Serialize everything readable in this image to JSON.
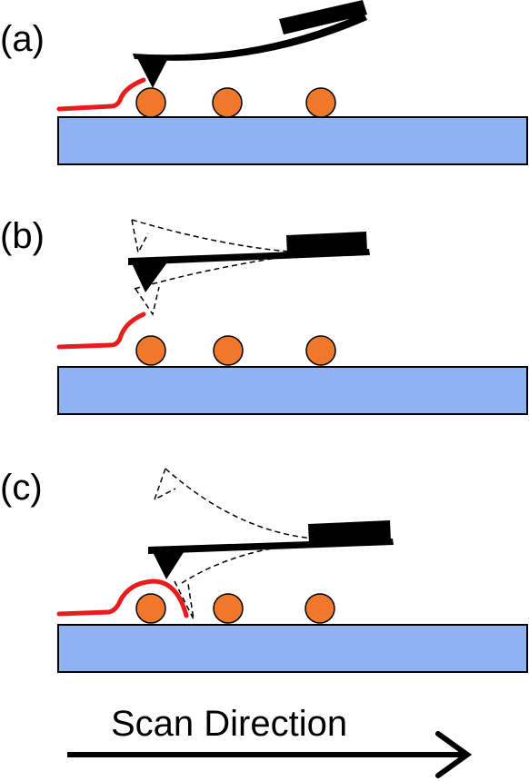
{
  "panels": [
    {
      "label": "(a)"
    },
    {
      "label": "(b)"
    },
    {
      "label": "(c)"
    }
  ],
  "scan_direction": {
    "label": "Scan Direction"
  },
  "colors": {
    "substrate": "#8fb2f5",
    "particle": "#f0782a",
    "molecule": "#e81c1c",
    "cantilever": "#000000",
    "background": "#ffffff"
  }
}
